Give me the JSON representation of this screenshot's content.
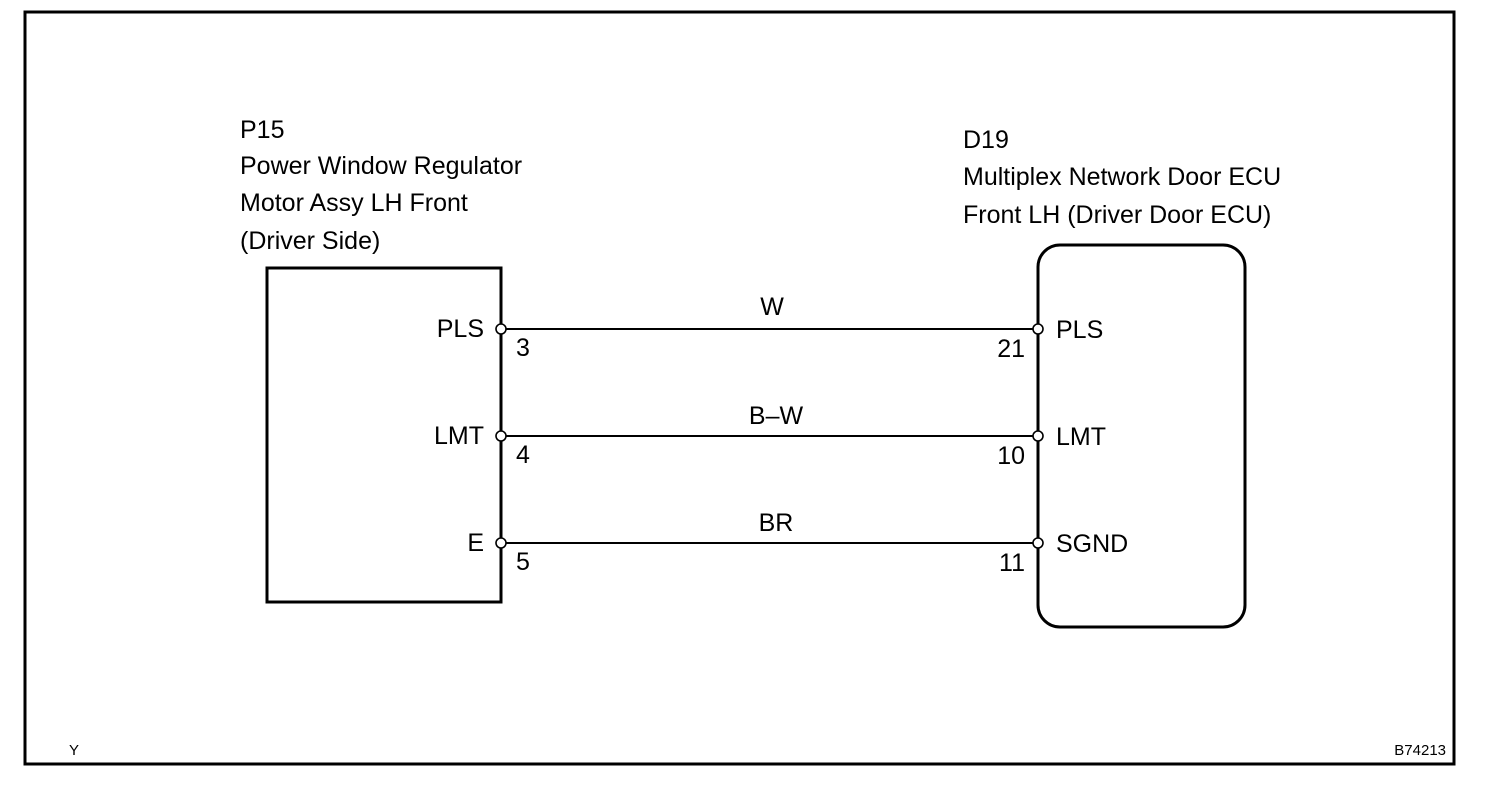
{
  "frame": {
    "corner_left": "Y",
    "corner_right": "B74213"
  },
  "left_component": {
    "code": "P15",
    "name_lines": [
      "Power Window Regulator",
      "Motor Assy LH Front",
      "(Driver Side)"
    ],
    "pins": [
      {
        "label": "PLS",
        "number": "3"
      },
      {
        "label": "LMT",
        "number": "4"
      },
      {
        "label": "E",
        "number": "5"
      }
    ]
  },
  "right_component": {
    "code": "D19",
    "name_lines": [
      "Multiplex Network Door ECU",
      "Front LH (Driver Door ECU)"
    ],
    "pins": [
      {
        "label": "PLS",
        "number": "21"
      },
      {
        "label": "LMT",
        "number": "10"
      },
      {
        "label": "SGND",
        "number": "11"
      }
    ]
  },
  "wires": [
    {
      "color_code": "W"
    },
    {
      "color_code": "B–W"
    },
    {
      "color_code": "BR"
    }
  ]
}
